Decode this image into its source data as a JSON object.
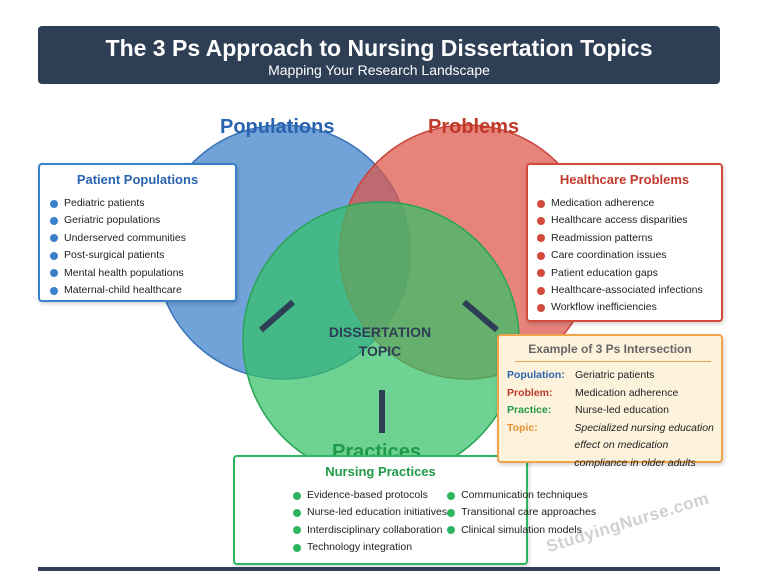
{
  "header": {
    "title": "The 3 Ps Approach to Nursing Dissertation Topics",
    "subtitle": "Mapping Your Research Landscape"
  },
  "circles": {
    "populations": "Populations",
    "problems": "Problems",
    "practices": "Practices"
  },
  "colors": {
    "header": "#2d3e55",
    "populations": "#3a80c9",
    "problems": "#d24a3c",
    "practices": "#2eb560",
    "example_border": "#f0a54a"
  },
  "center": {
    "line1": "DISSERTATION",
    "line2": "TOPIC"
  },
  "populations_box": {
    "title": "Patient Populations",
    "items": [
      "Pediatric patients",
      "Geriatric populations",
      "Underserved communities",
      "Post-surgical patients",
      "Mental health populations",
      "Maternal-child healthcare"
    ]
  },
  "problems_box": {
    "title": "Healthcare Problems",
    "items": [
      "Medication adherence",
      "Healthcare access disparities",
      "Readmission patterns",
      "Care coordination issues",
      "Patient education gaps",
      "Healthcare-associated infections",
      "Workflow inefficiencies"
    ]
  },
  "practices_box": {
    "title": "Nursing Practices",
    "col1": [
      "Evidence-based protocols",
      "Nurse-led education initiatives",
      "Interdisciplinary collaboration",
      "Technology integration"
    ],
    "col2": [
      "Communication techniques",
      "Transitional care approaches",
      "Clinical simulation models"
    ]
  },
  "example": {
    "title": "Example of 3 Ps Intersection",
    "rows": [
      {
        "key": "Population:",
        "value": "Geriatric patients",
        "color": "#2a64b0"
      },
      {
        "key": "Problem:",
        "value": "Medication adherence",
        "color": "#c0392b"
      },
      {
        "key": "Practice:",
        "value": "Nurse-led education",
        "color": "#1f9a48"
      },
      {
        "key": "Topic:",
        "value": "Specialized nursing education effect on medication compliance in older adults",
        "color": "#e8912c"
      }
    ]
  },
  "watermark": "StudyingNurse.com"
}
